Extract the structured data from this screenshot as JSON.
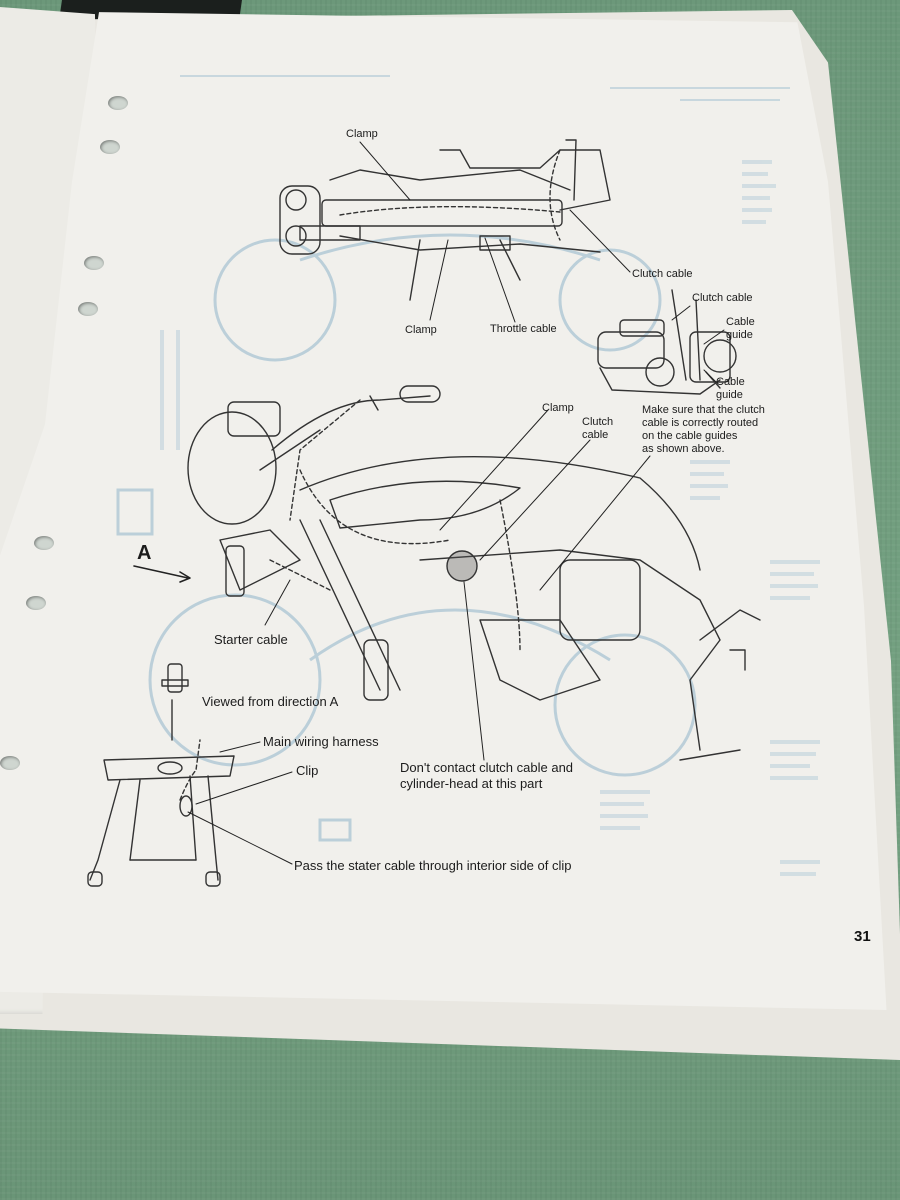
{
  "page_number": "31",
  "colors": {
    "paper": "#f1f0ec",
    "ink": "#1c1c1c",
    "bleed_through": "#a9c4d3",
    "cloth": "#6f9a7c"
  },
  "labels": {
    "clamp_top": "Clamp",
    "clutch_cable_top": "Clutch cable",
    "clamp_bottom": "Clamp",
    "throttle_cable": "Throttle cable",
    "inset_clutch_cable": "Clutch cable",
    "inset_cable_guide_1": "Cable\nguide",
    "inset_cable_guide_2": "Cable\nguide",
    "clamp_middle": "Clamp",
    "clutch_cable_middle": "Clutch\ncable",
    "note_routing": "Make sure that the clutch\ncable is correctly routed\non the cable guides\nas shown above.",
    "direction_letter": "A",
    "starter_cable": "Starter cable",
    "viewed_from": "Viewed from direction A",
    "main_wiring_harness": "Main wiring harness",
    "clip": "Clip",
    "dont_contact": "Don't contact clutch cable and\ncylinder-head at this part",
    "pass_starter": "Pass the stater cable through interior side of clip"
  }
}
